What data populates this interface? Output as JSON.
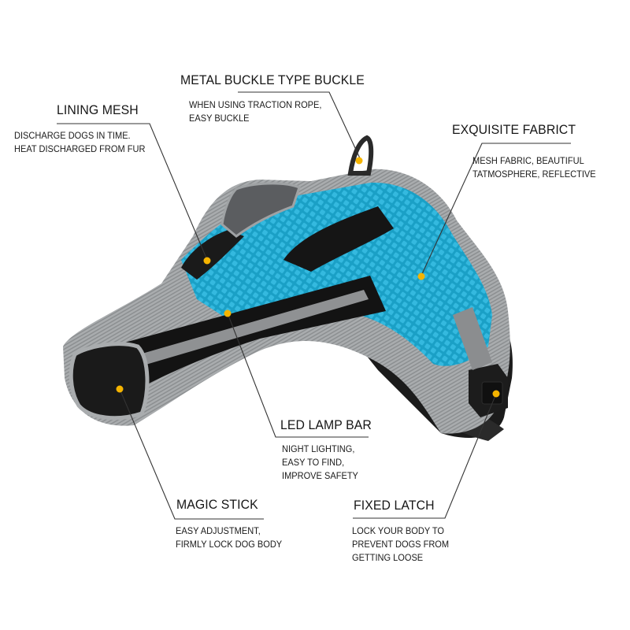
{
  "image": {
    "subject": "dog harness product infographic",
    "background": "#ffffff",
    "product_colors": {
      "mesh": "#1aa3c9",
      "mesh_highlight": "#3fc3e6",
      "strap": "#141414",
      "trim": "#a7aaac",
      "shoulder_pad": "#5b5d60",
      "reflective_strip": "#8e9092"
    },
    "marker_color": "#f5b400",
    "leader_line_color": "#333333"
  },
  "callouts": {
    "buckle": {
      "title": "METAL BUCKLE TYPE BUCKLE",
      "lines": [
        "WHEN USING TRACTION ROPE,",
        "EASY BUCKLE"
      ]
    },
    "lining": {
      "title": "LINING MESH",
      "lines": [
        "DISCHARGE DOGS IN TIME.",
        "HEAT DISCHARGED FROM FUR"
      ]
    },
    "fabric": {
      "title": "EXQUISITE FABRICT",
      "lines": [
        "MESH FABRIC, BEAUTIFUL",
        "TATMOSPHERE, REFLECTIVE"
      ]
    },
    "led": {
      "title": "LED LAMP BAR",
      "lines": [
        "NIGHT LIGHTING,",
        "EASY TO FIND,",
        "IMPROVE SAFETY"
      ]
    },
    "magic": {
      "title": "MAGIC STICK",
      "lines": [
        "EASY ADJUSTMENT,",
        "FIRMLY LOCK DOG BODY"
      ]
    },
    "latch": {
      "title": "FIXED LATCH",
      "lines": [
        "LOCK YOUR BODY TO",
        "PREVENT DOGS FROM",
        "GETTING LOOSE"
      ]
    }
  }
}
